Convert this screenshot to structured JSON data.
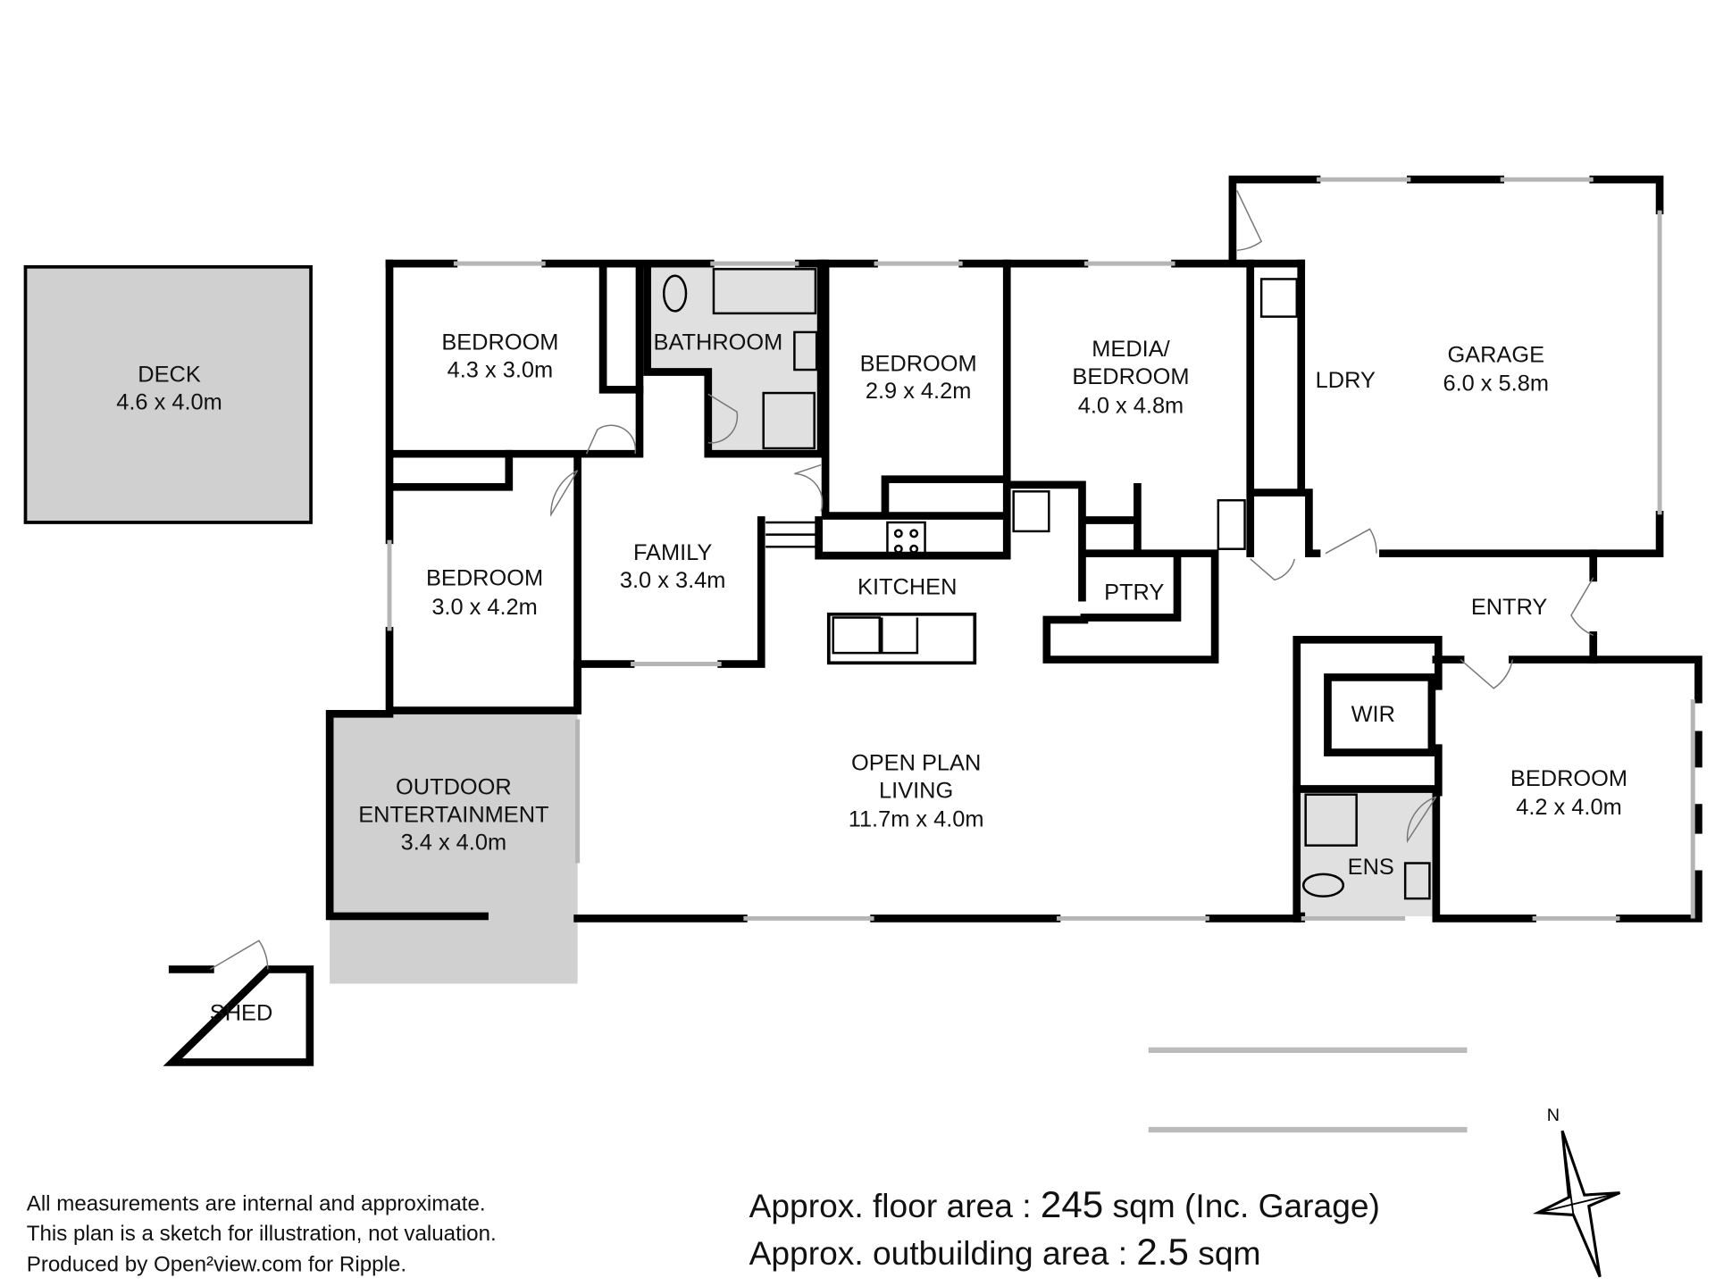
{
  "rooms": {
    "deck": {
      "name": "DECK",
      "size": "4.6 x 4.0m"
    },
    "bedroom1": {
      "name": "BEDROOM",
      "size": "4.3 x 3.0m"
    },
    "bathroom": {
      "name": "BATHROOM"
    },
    "bedroom2": {
      "name": "BEDROOM",
      "size": "2.9 x 4.2m"
    },
    "media": {
      "name1": "MEDIA/",
      "name2": "BEDROOM",
      "size": "4.0 x 4.8m"
    },
    "laundry": {
      "name": "LDRY"
    },
    "garage": {
      "name": "GARAGE",
      "size": "6.0 x 5.8m"
    },
    "bedroom3": {
      "name": "BEDROOM",
      "size": "3.0 x 4.2m"
    },
    "family": {
      "name": "FAMILY",
      "size": "3.0 x 3.4m"
    },
    "kitchen": {
      "name": "KITCHEN"
    },
    "pantry": {
      "name": "PTRY"
    },
    "entry": {
      "name": "ENTRY"
    },
    "wir": {
      "name": "WIR"
    },
    "bedroom4": {
      "name": "BEDROOM",
      "size": "4.2 x 4.0m"
    },
    "living": {
      "name1": "OPEN PLAN",
      "name2": "LIVING",
      "size": "11.7m x 4.0m"
    },
    "outdoor": {
      "name1": "OUTDOOR",
      "name2": "ENTERTAINMENT",
      "size": "3.4 x 4.0m"
    },
    "ensuite": {
      "name": "ENS"
    },
    "shed": {
      "name": "SHED"
    }
  },
  "footer": {
    "disclaimer": [
      "All measurements are internal and approximate.",
      "This plan is a sketch for illustration, not valuation.",
      "Produced by Open²view.com for Ripple."
    ],
    "floor_area_prefix": "Approx. floor area : ",
    "floor_area_value": "245",
    "floor_area_suffix": " sqm (Inc. Garage)",
    "outbuilding_prefix": "Approx. outbuilding area : ",
    "outbuilding_value": "2.5",
    "outbuilding_suffix": " sqm"
  },
  "compass": {
    "label": "N"
  },
  "colors": {
    "wall": "#000000",
    "shaded": "#d0d0d0",
    "window": "#b5b5b5"
  }
}
